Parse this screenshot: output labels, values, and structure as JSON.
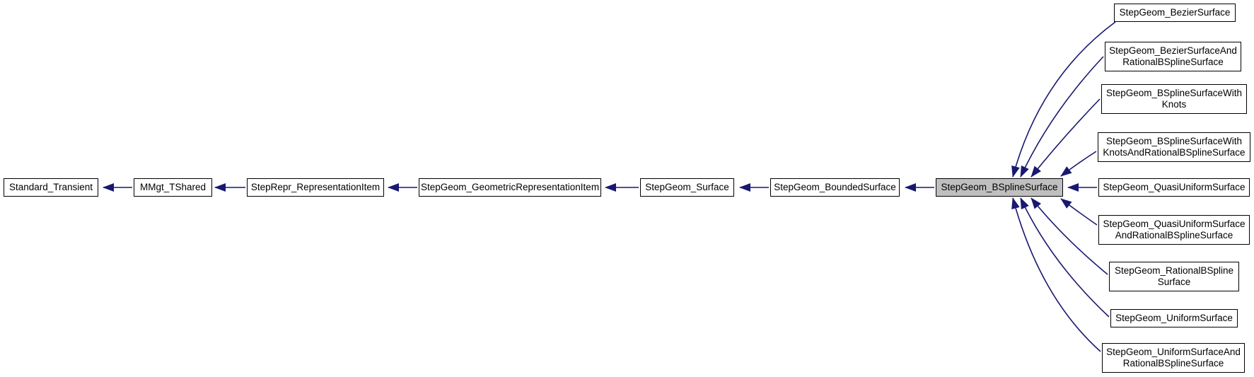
{
  "graph": {
    "type": "class-inheritance-diagram",
    "highlighted_node": "StepGeom_BSplineSurface",
    "colors": {
      "edge": "#191970",
      "node_border": "#000000",
      "node_fill": "#ffffff",
      "highlight_fill": "#bfbfbf",
      "background": "#ffffff"
    },
    "nodes": [
      {
        "label": "Standard_Transient"
      },
      {
        "label": "MMgt_TShared"
      },
      {
        "label": "StepRepr_RepresentationItem"
      },
      {
        "label": "StepGeom_GeometricRepresentationItem"
      },
      {
        "label": "StepGeom_Surface"
      },
      {
        "label": "StepGeom_BoundedSurface"
      },
      {
        "label": "StepGeom_BSplineSurface"
      },
      {
        "label": "StepGeom_BezierSurface"
      },
      {
        "label": "StepGeom_BezierSurfaceAnd\nRationalBSplineSurface"
      },
      {
        "label": "StepGeom_BSplineSurfaceWith\nKnots"
      },
      {
        "label": "StepGeom_BSplineSurfaceWith\nKnotsAndRationalBSplineSurface"
      },
      {
        "label": "StepGeom_QuasiUniformSurface"
      },
      {
        "label": "StepGeom_QuasiUniformSurface\nAndRationalBSplineSurface"
      },
      {
        "label": "StepGeom_RationalBSpline\nSurface"
      },
      {
        "label": "StepGeom_UniformSurface"
      },
      {
        "label": "StepGeom_UniformSurfaceAnd\nRationalBSplineSurface"
      }
    ]
  }
}
